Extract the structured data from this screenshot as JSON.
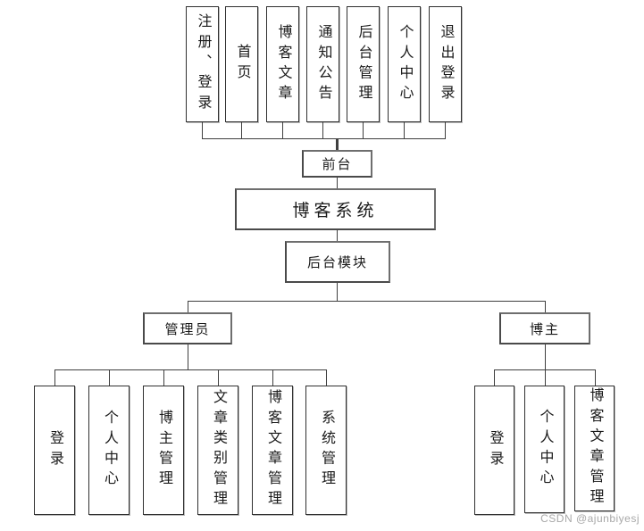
{
  "nodes": {
    "system": "博客系统",
    "front": "前台",
    "back": "后台模块",
    "admin": "管理员",
    "blogger": "博主"
  },
  "front_children": [
    "注册、登录",
    "首页",
    "博客文章",
    "通知公告",
    "后台管理",
    "个人中心",
    "退出登录"
  ],
  "admin_children": [
    "登录",
    "个人中心",
    "博主管理",
    "文章类别管理",
    "博客文章管理",
    "系统管理"
  ],
  "blogger_children": [
    "登录",
    "个人中心",
    "博客文章管理"
  ],
  "watermark": "CSDN @ajunbiyesj",
  "colors": {
    "line": "#3f3f3f",
    "border": "#303030",
    "border-soft": "#6e6e6e",
    "box-fill": "#ffffff",
    "page-bg": "#ffffff",
    "watermark": "#a8a8a8"
  }
}
